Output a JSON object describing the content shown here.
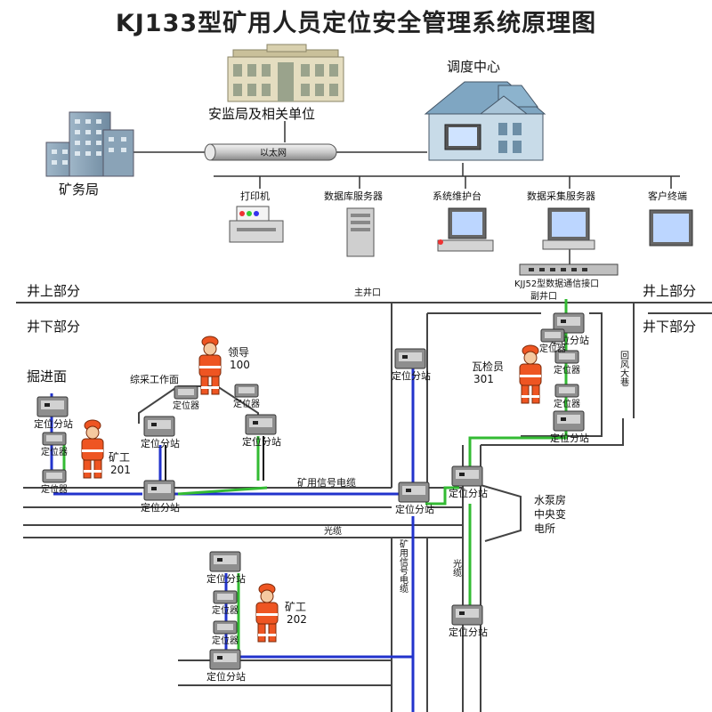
{
  "title": "KJ133型矿用人员定位安全管理系统原理图",
  "top": {
    "mine_bureau": "矿务局",
    "safety_bureau": "安监局及相关单位",
    "ethernet": "以太网",
    "dispatch_center": "调度中心"
  },
  "devices": {
    "printer": "打印机",
    "db_server": "数据库服务器",
    "maint_station": "系统维护台",
    "data_server": "数据采集服务器",
    "client": "客户终端"
  },
  "interface": "KJJ52型数据通信接口",
  "areas": {
    "above": "井上部分",
    "below": "井下部分"
  },
  "shafts": {
    "main": "主井口",
    "aux": "副井口",
    "return_air": "回风大巷"
  },
  "labels": {
    "station": "定位分站",
    "locator": "定位器",
    "tunneling_face": "掘进面",
    "working_face": "综采工作面",
    "signal_cable": "矿用信号电缆",
    "signal_cable_v": "矿用信号电缆",
    "fiber": "光缆",
    "fiber_v": "光缆",
    "pump_room": [
      "水泵房",
      "中央变",
      "电所"
    ]
  },
  "people": [
    {
      "role": "领导",
      "id": "100"
    },
    {
      "role": "瓦检员",
      "id": "301"
    },
    {
      "role": "矿工",
      "id": "201"
    },
    {
      "role": "矿工",
      "id": "202"
    }
  ],
  "colors": {
    "signal": "#2233cc",
    "fiber": "#33bb33",
    "tunnel": "#444444",
    "worker_suit": "#ee5522"
  }
}
